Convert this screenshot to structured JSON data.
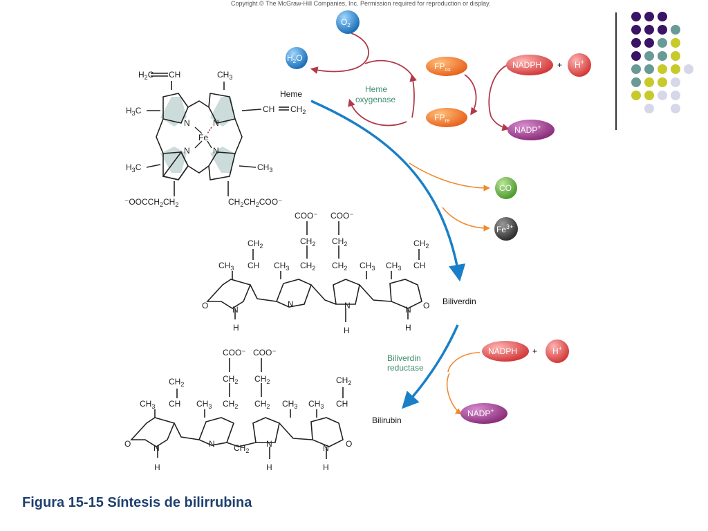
{
  "header": {
    "copyright": "Copyright © The McGraw-Hill Companies, Inc. Permission required for reproduction or display."
  },
  "caption": "Figura 15-15 Síntesis de bilirrubina",
  "colors": {
    "purple": "#3a1566",
    "teal": "#6a9a95",
    "yellow": "#c8c92a",
    "lavender": "#d7d7ea",
    "arrow_blue": "#1a7fc7",
    "arrow_red": "#b03a48",
    "arrow_orange": "#f08a2e",
    "enzyme_green": "#3e8e6e"
  },
  "labels": {
    "heme": "Heme",
    "biliverdin": "Biliverdin",
    "bilirubin": "Bilirubin"
  },
  "enzymes": {
    "heme_oxygenase_1": "Heme",
    "heme_oxygenase_2": "oxygenase",
    "biliverdin_reductase_1": "Biliverdin",
    "biliverdin_reductase_2": "reductase"
  },
  "molecules": {
    "o2": "O",
    "o2_sub": "2",
    "h2o_h": "H",
    "h2o_sub": "2",
    "h2o_o": "O",
    "fp": "FP",
    "fpox_sub": "ox",
    "fpre_sub": "re",
    "nadph": "NADPH",
    "plus": "+",
    "h": "H",
    "hplus_sup": "+",
    "nadp": "NADP",
    "nadp_sup": "+",
    "co": "CO",
    "fe": "Fe",
    "fe_sup": "3+"
  },
  "heme_struct": {
    "fe": "Fe",
    "n": "N",
    "h2c": "H",
    "c2": "2",
    "c": "C",
    "ch": "CH",
    "ch3": "CH",
    "three": "3",
    "h3c": "H",
    "ch2": "CH",
    "two": "2",
    "ooc": "⁻OOCCH",
    "cooend": "COO⁻"
  },
  "tetrapyrrole": {
    "coo": "COO⁻",
    "ch2": "CH",
    "two": "2",
    "ch3": "CH",
    "three": "3",
    "ch": "CH",
    "o": "O",
    "n": "N",
    "h": "H"
  }
}
